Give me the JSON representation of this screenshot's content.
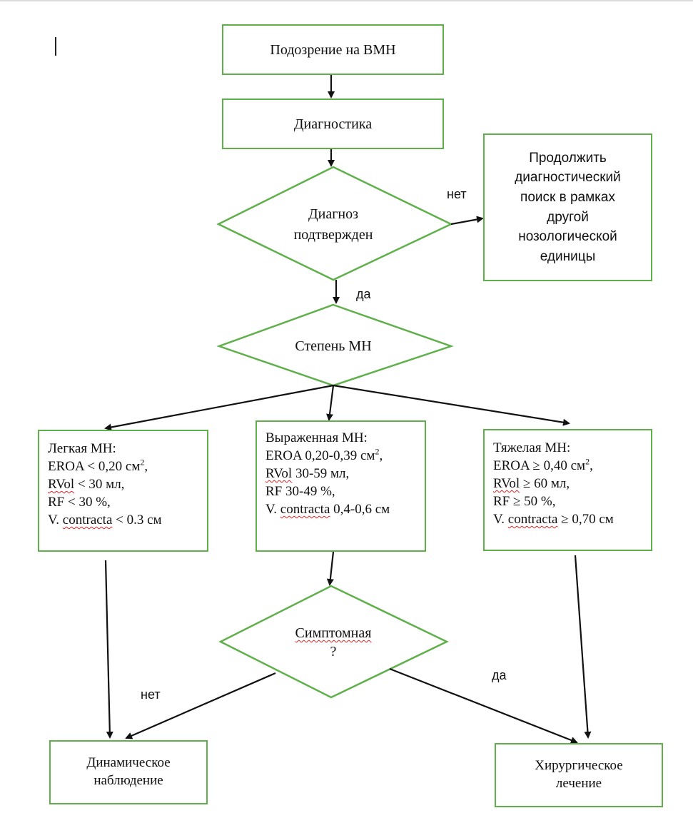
{
  "nodes": {
    "suspicion": "Подозрение на ВМН",
    "diagnostics": "Диагностика",
    "confirmed_line1": "Диагноз",
    "confirmed_line2": "подтвержден",
    "continue_lines": [
      "Продолжить",
      "диагностический",
      "поиск в рамках",
      "другой",
      "нозологической",
      "единицы"
    ],
    "degree": "Степень МН",
    "symptomatic_line1": "Симптомная",
    "symptomatic_line2": "?",
    "observation_line1": "Динамическое",
    "observation_line2": "наблюдение",
    "surgery_line1": "Хирургическое",
    "surgery_line2": "лечение"
  },
  "grades": {
    "mild": {
      "title": "Легкая МН:",
      "eroa": "EROA < 0,20 см",
      "rvol_prefix": "RVol",
      "rvol_rest": " < 30 мл,",
      "rf": "RF < 30 %,",
      "vc_prefix": "V. ",
      "vc_word": "contracta",
      "vc_rest": " < 0.3 см"
    },
    "moderate": {
      "title": "Выраженная МН:",
      "eroa": "EROA 0,20-0,39 см",
      "rvol_prefix": "RVol",
      "rvol_rest": " 30-59 мл,",
      "rf": "RF 30-49 %,",
      "vc_prefix": "V. ",
      "vc_word": "contracta",
      "vc_rest": " 0,4-0,6 см"
    },
    "severe": {
      "title": "Тяжелая МН:",
      "eroa": "EROA ≥ 0,40 см",
      "rvol_prefix": "RVol",
      "rvol_rest": " ≥ 60 мл,",
      "rf": "RF ≥ 50 %,",
      "vc_prefix": "V. ",
      "vc_word": "contracta",
      "vc_rest": " ≥ 0,70 см"
    },
    "sq_superscript": "2",
    "eroa_suffix": ","
  },
  "edge_labels": {
    "no_confirmed": "нет",
    "yes_confirmed": "да",
    "no_symptomatic": "нет",
    "yes_symptomatic": "да"
  },
  "colors": {
    "box_border": "#5fb04a",
    "arrow": "#111111"
  },
  "icons": {
    "text_cursor": "text-cursor-icon"
  }
}
